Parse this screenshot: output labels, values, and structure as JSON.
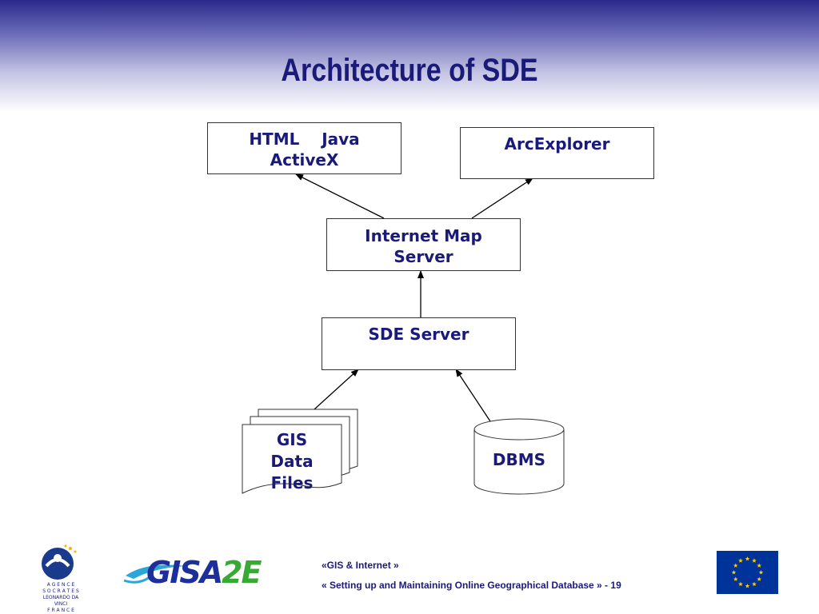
{
  "slide": {
    "title": "Architecture of SDE"
  },
  "diagram": {
    "html_box": {
      "line1": "HTML    Java",
      "line2": "ActiveX"
    },
    "arcexplorer_box": {
      "label": "ArcExplorer"
    },
    "ims_box": {
      "line1": "Internet Map",
      "line2": "Server"
    },
    "sde_box": {
      "label": "SDE Server"
    },
    "gis_files": {
      "line1": "GIS",
      "line2": "Data",
      "line3": "Files"
    },
    "dbms": {
      "label": "DBMS"
    }
  },
  "footer": {
    "line1": "«GIS & Internet »",
    "line2": "« Setting up and Maintaining Online Geographical Database » - 19",
    "gisa_logo": {
      "text_main": "GISA",
      "text_accent": "2E"
    },
    "agence_logo": {
      "lines": [
        "A G E N C E",
        "S O C R A T E S",
        "LEONARDO DA VINCI",
        "F R A N C E"
      ]
    },
    "eu_flag": {
      "icon": "eu-flag-icon",
      "color": "#003399",
      "star_color": "#ffcc00"
    }
  },
  "colors": {
    "title": "#1a1a78",
    "header_gradient_top": "#2a2a8c",
    "box_text": "#1a1a78"
  }
}
